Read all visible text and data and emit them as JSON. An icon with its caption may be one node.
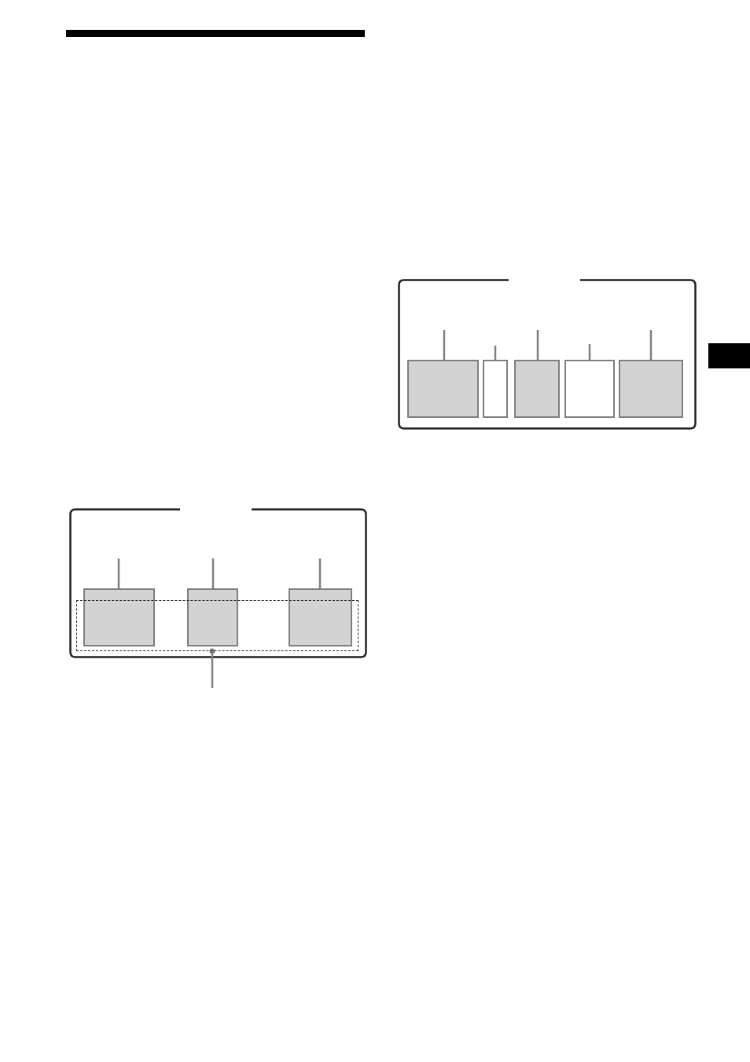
{
  "diagram": {
    "nodes": [
      {
        "text": [],
        "shape": "box"
      },
      {
        "text": [],
        "shape": "box",
        "in": 0
      },
      {
        "text": [],
        "shape": "box",
        "in": 0
      },
      {
        "text": [],
        "shape": "box",
        "in": 0
      },
      {
        "text": [],
        "shape": "box",
        "in": 0
      },
      {
        "text": [],
        "shape": "box"
      },
      {
        "text": [],
        "shape": "box",
        "in": 5
      },
      {
        "text": [],
        "shape": "box",
        "in": 5
      },
      {
        "text": [],
        "shape": "box",
        "in": 5
      },
      {
        "text": [],
        "shape": "box",
        "in": 5
      },
      {
        "text": [],
        "shape": "box",
        "in": 5
      }
    ],
    "edges": [
      {
        "from": null,
        "to": 1,
        "arrow": "none"
      },
      {
        "from": null,
        "to": 2,
        "arrow": "none"
      },
      {
        "from": null,
        "to": 3,
        "arrow": "none"
      },
      {
        "from": null,
        "to": 4,
        "arrow": "other"
      },
      {
        "from": null,
        "to": 6,
        "arrow": "none"
      },
      {
        "from": null,
        "to": 7,
        "arrow": "none"
      },
      {
        "from": null,
        "to": 8,
        "arrow": "none"
      },
      {
        "from": null,
        "to": 9,
        "arrow": "none"
      },
      {
        "from": null,
        "to": 10,
        "arrow": "none"
      }
    ]
  }
}
